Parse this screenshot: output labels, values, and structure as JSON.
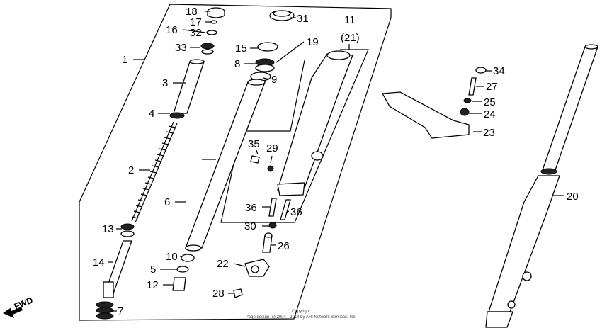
{
  "callouts": {
    "c1": "1",
    "c2": "2",
    "c3": "3",
    "c4": "4",
    "c5": "5",
    "c6": "6",
    "c7": "7",
    "c8": "8",
    "c9": "9",
    "c10": "10",
    "c11": "11",
    "c21": "(21)",
    "c12": "12",
    "c13": "13",
    "c14": "14",
    "c15": "15",
    "c16": "16",
    "c17": "17",
    "c18": "18",
    "c19": "19",
    "c20": "20",
    "c22": "22",
    "c23": "23",
    "c24": "24",
    "c25": "25",
    "c26": "26",
    "c27": "27",
    "c28": "28",
    "c29": "29",
    "c30": "30",
    "c31": "31",
    "c32": "32",
    "c33": "33",
    "c34": "34",
    "c35": "35",
    "c36a": "36",
    "c36b": "36"
  },
  "fwd_label": "FWD",
  "copyright": {
    "line1": "Copyright",
    "line2": "Page design (c) 2004 - 2014 by ARI Network Services, Inc."
  }
}
